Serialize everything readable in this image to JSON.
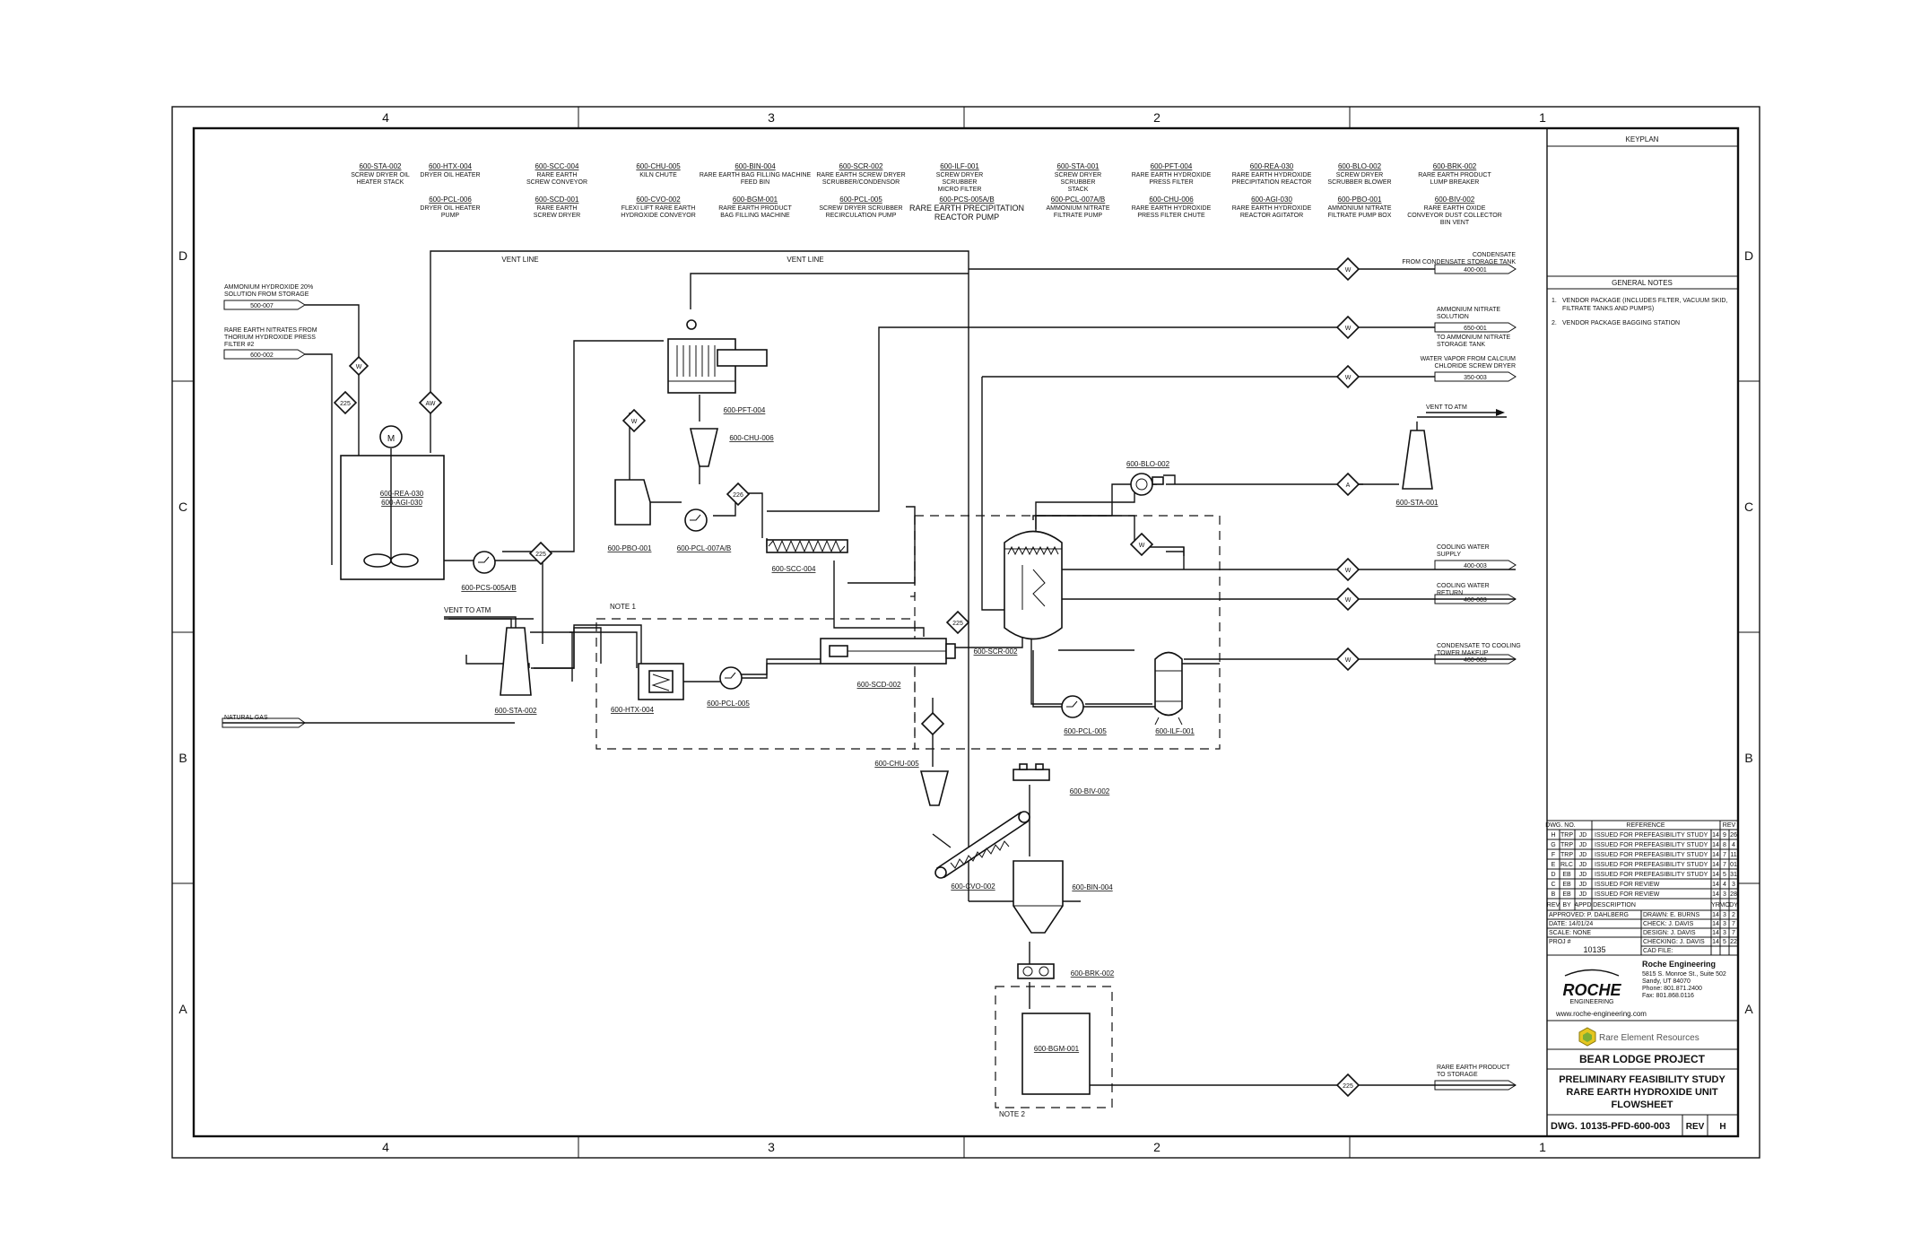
{
  "border": {
    "columns": [
      "4",
      "3",
      "2",
      "1"
    ],
    "rows": [
      "D",
      "C",
      "B",
      "A"
    ]
  },
  "legend": {
    "row1": [
      {
        "tag": "600-STA-002",
        "desc": [
          "SCREW DRYER OIL",
          "HEATER STACK"
        ]
      },
      {
        "tag": "600-HTX-004",
        "desc": [
          "DRYER OIL HEATER"
        ]
      },
      {
        "tag": "600-SCC-004",
        "desc": [
          "RARE EARTH",
          "SCREW CONVEYOR"
        ]
      },
      {
        "tag": "600-CHU-005",
        "desc": [
          "KILN CHUTE"
        ]
      },
      {
        "tag": "600-BIN-004",
        "desc": [
          "RARE EARTH BAG FILLING MACHINE",
          "FEED BIN"
        ]
      },
      {
        "tag": "600-SCR-002",
        "desc": [
          "RARE EARTH SCREW DRYER",
          "SCRUBBER/CONDENSOR"
        ]
      },
      {
        "tag": "600-ILF-001",
        "desc": [
          "SCREW DRYER",
          "SCRUBBER",
          "MICRO FILTER"
        ]
      },
      {
        "tag": "600-STA-001",
        "desc": [
          "SCREW DRYER",
          "SCRUBBER",
          "STACK"
        ]
      },
      {
        "tag": "600-PFT-004",
        "desc": [
          "RARE EARTH HYDROXIDE",
          "PRESS FILTER"
        ]
      },
      {
        "tag": "600-REA-030",
        "desc": [
          "RARE EARTH HYDROXIDE",
          "PRECIPITATION REACTOR"
        ]
      },
      {
        "tag": "600-BLO-002",
        "desc": [
          "SCREW DRYER",
          "SCRUBBER BLOWER"
        ]
      },
      {
        "tag": "600-BRK-002",
        "desc": [
          "RARE EARTH PRODUCT",
          "LUMP BREAKER"
        ]
      }
    ],
    "row2": [
      {
        "tag": "600-PCL-006",
        "desc": [
          "DRYER OIL HEATER",
          "PUMP"
        ]
      },
      {
        "tag": "600-SCD-001",
        "desc": [
          "RARE EARTH",
          "SCREW DRYER"
        ]
      },
      {
        "tag": "600-CVO-002",
        "desc": [
          "FLEXI LIFT RARE EARTH",
          "HYDROXIDE CONVEYOR"
        ]
      },
      {
        "tag": "600-BGM-001",
        "desc": [
          "RARE EARTH PRODUCT",
          "BAG FILLING MACHINE"
        ]
      },
      {
        "tag": "600-PCL-005",
        "desc": [
          "SCREW DRYER SCRUBBER",
          "RECIRCULATION PUMP"
        ]
      },
      {
        "tag": "600-PCS-005A/B",
        "desc": [
          "RARE EARTH PRECIPITATION",
          "REACTOR PUMP"
        ]
      },
      {
        "tag": "600-PCL-007A/B",
        "desc": [
          "AMMONIUM NITRATE",
          "FILTRATE PUMP"
        ]
      },
      {
        "tag": "600-CHU-006",
        "desc": [
          "RARE EARTH HYDROXIDE",
          "PRESS FILTER CHUTE"
        ]
      },
      {
        "tag": "600-AGI-030",
        "desc": [
          "RARE EARTH HYDROXIDE",
          "REACTOR AGITATOR"
        ]
      },
      {
        "tag": "600-PBO-001",
        "desc": [
          "AMMONIUM NITRATE",
          "FILTRATE PUMP BOX"
        ]
      },
      {
        "tag": "600-BIV-002",
        "desc": [
          "RARE EARTH OXIDE",
          "CONVEYOR DUST COLLECTOR",
          "BIN VENT"
        ]
      }
    ]
  },
  "streams": {
    "ammonium_hydroxide": {
      "label": [
        "AMMONIUM HYDROXIDE 20%",
        "SOLUTION FROM STORAGE"
      ],
      "ref": "500-007"
    },
    "rare_earth_nitrates": {
      "label": [
        "RARE EARTH NITRATES FROM",
        "THORIUM HYDROXIDE PRESS",
        "FILTER #2"
      ],
      "ref": "600-002"
    },
    "condensate": {
      "label": [
        "CONDENSATE",
        "FROM CONDENSATE STORAGE TANK"
      ],
      "ref": "400-001"
    },
    "ammonium_nitrate": {
      "label": [
        "AMMONIUM NITRATE",
        "SOLUTION"
      ],
      "ref": "650-001",
      "label2": [
        "TO AMMONIUM NITRATE",
        "STORAGE TANK"
      ]
    },
    "water_vapor": {
      "label": [
        "WATER VAPOR FROM CALCIUM",
        "CHLORIDE SCREW DRYER"
      ],
      "ref": "350-003"
    },
    "vent_to_atm_right": {
      "label": "VENT TO ATM"
    },
    "cooling_supply": {
      "label": [
        "COOLING WATER",
        "SUPPLY"
      ],
      "ref": "400-003"
    },
    "cooling_return": {
      "label": [
        "COOLING WATER",
        "RETURN"
      ],
      "ref": "400-003"
    },
    "condensate_cooling": {
      "label": [
        "CONDENSATE TO COOLING",
        "TOWER MAKEUP"
      ],
      "ref": "400-003"
    },
    "vent_to_atm_left": {
      "label": "VENT TO ATM"
    },
    "natural_gas": {
      "label": "NATURAL GAS"
    },
    "product_storage": {
      "label": [
        "RARE EARTH PRODUCT",
        "TO STORAGE"
      ]
    },
    "vent_line_1": "VENT LINE",
    "vent_line_2": "VENT LINE"
  },
  "instruments": {
    "d1": "225",
    "d2": "AW",
    "d3": "225",
    "d4": "226",
    "d5": "W",
    "d6": "W",
    "d7": "225",
    "d8": "W",
    "d9": "W",
    "d10": "W",
    "d11": "A",
    "d12": "W",
    "d13": "W",
    "d14": "W",
    "d15": "W",
    "d16": "225"
  },
  "equipment": {
    "reactor": [
      "600-REA-030",
      "600-AGI-030"
    ],
    "motor": "M",
    "pump_pcs": "600-PCS-005A/B",
    "press_filter": "600-PFT-004",
    "chute_006": "600-CHU-006",
    "pump_box": "600-PBO-001",
    "pump_pcl007": "600-PCL-007A/B",
    "screw_conveyor": "600-SCC-004",
    "note1": "NOTE 1",
    "stack_002": "600-STA-002",
    "heater": "600-HTX-004",
    "pump_pcl005a": "600-PCL-005",
    "screw_dryer": "600-SCD-002",
    "scrubber": "600-SCR-002",
    "blower": "600-BLO-002",
    "stack_001": "600-STA-001",
    "pump_pcl005b": "600-PCL-005",
    "micro_filter": "600-ILF-001",
    "chute_005": "600-CHU-005",
    "bin_vent": "600-BIV-002",
    "conveyor": "600-CVO-002",
    "bin": "600-BIN-004",
    "lump_breaker": "600-BRK-002",
    "bagging": "600-BGM-001",
    "note2": "NOTE 2"
  },
  "title_block": {
    "keyplan": "KEYPLAN",
    "general_notes_title": "GENERAL NOTES",
    "notes": [
      [
        "1.",
        "VENDOR PACKAGE (INCLUDES FILTER, VACUUM SKID,",
        "FILTRATE TANKS AND PUMPS)"
      ],
      [
        "2.",
        "VENDOR PACKAGE BAGGING STATION",
        ""
      ]
    ],
    "rev_header": [
      "DWG. NO.",
      "REFERENCE",
      "REV"
    ],
    "revisions": [
      {
        "rev": "H",
        "by": "TRP",
        "appd": "JD",
        "desc": "ISSUED FOR PREFEASIBILITY STUDY",
        "yr": "14",
        "mo": "9",
        "dy": "26"
      },
      {
        "rev": "G",
        "by": "TRP",
        "appd": "JD",
        "desc": "ISSUED FOR PREFEASIBILITY STUDY",
        "yr": "14",
        "mo": "8",
        "dy": "4"
      },
      {
        "rev": "F",
        "by": "TRP",
        "appd": "JD",
        "desc": "ISSUED FOR PREFEASIBILITY STUDY",
        "yr": "14",
        "mo": "7",
        "dy": "11"
      },
      {
        "rev": "E",
        "by": "RLC",
        "appd": "JD",
        "desc": "ISSUED FOR PREFEASIBILITY STUDY",
        "yr": "14",
        "mo": "7",
        "dy": "01"
      },
      {
        "rev": "D",
        "by": "EB",
        "appd": "JD",
        "desc": "ISSUED FOR PREFEASIBILITY STUDY",
        "yr": "14",
        "mo": "5",
        "dy": "31"
      },
      {
        "rev": "C",
        "by": "EB",
        "appd": "JD",
        "desc": "ISSUED FOR REVIEW",
        "yr": "14",
        "mo": "4",
        "dy": "3"
      },
      {
        "rev": "B",
        "by": "EB",
        "appd": "JD",
        "desc": "ISSUED FOR REVIEW",
        "yr": "14",
        "mo": "3",
        "dy": "28"
      }
    ],
    "rev_cols": [
      "REV",
      "BY",
      "APPD",
      "DESCRIPTION",
      "YR",
      "MO",
      "DY"
    ],
    "approvals_left": [
      "APPROVED: P. DAHLBERG",
      "DATE: 14/01/24",
      "SCALE: NONE",
      "PROJ #"
    ],
    "proj_no": "10135",
    "approvals_right": [
      {
        "label": "DRAWN: E. BURNS",
        "yr": "14",
        "mo": "3",
        "dy": "2"
      },
      {
        "label": "CHECK: J. DAVIS",
        "yr": "14",
        "mo": "3",
        "dy": "7"
      },
      {
        "label": "DESIGN: J. DAVIS",
        "yr": "14",
        "mo": "3",
        "dy": "7"
      },
      {
        "label": "CHECKING: J. DAVIS",
        "yr": "14",
        "mo": "5",
        "dy": "22"
      },
      {
        "label": "CAD FILE:",
        "yr": "",
        "mo": "",
        "dy": ""
      }
    ],
    "company_logo": "ROCHE",
    "company_logo_sub": "ENGINEERING",
    "company_name": "Roche Engineering",
    "company_address": [
      "5815 S. Monroe St., Suite 502",
      "Sandy, UT 84070",
      "Phone: 801.871.2400",
      "Fax: 801.868.0116"
    ],
    "company_web": "www.roche-engineering.com",
    "client": "Rare Element Resources",
    "project": "BEAR LODGE PROJECT",
    "title": [
      "PRELIMINARY FEASIBILITY STUDY",
      "RARE EARTH HYDROXIDE UNIT",
      "FLOWSHEET"
    ],
    "dwg_no": "DWG. 10135-PFD-600-003",
    "rev_label": "REV",
    "rev": "H"
  }
}
